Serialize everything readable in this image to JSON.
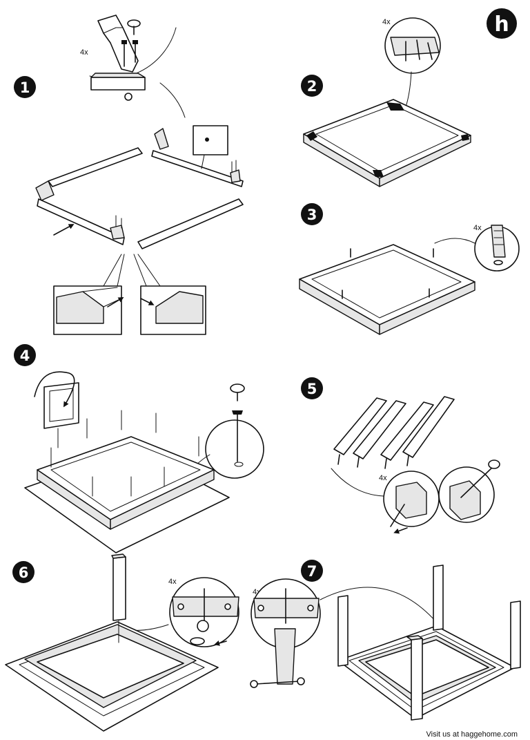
{
  "brand": {
    "logo_letter": "h"
  },
  "steps": [
    {
      "number": "1",
      "qty": "4x"
    },
    {
      "number": "2",
      "qty": "4x"
    },
    {
      "number": "3",
      "qty": "4x"
    },
    {
      "number": "4",
      "qty": ""
    },
    {
      "number": "5",
      "qty": "4x"
    },
    {
      "number": "6",
      "qty": "4x"
    },
    {
      "number": "7",
      "qty": "4x"
    }
  ],
  "footer": {
    "text": "Visit us at haggehome.com"
  }
}
